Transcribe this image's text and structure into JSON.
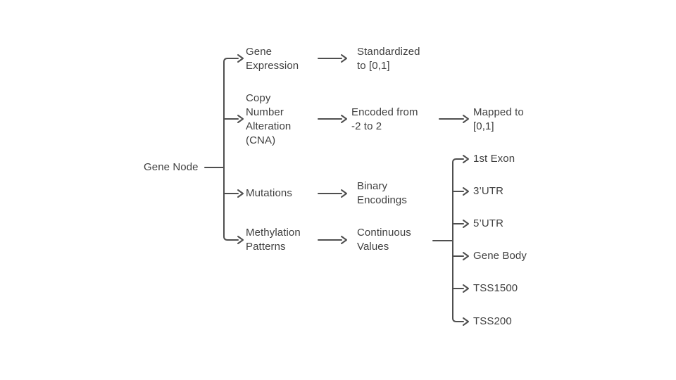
{
  "diagram": {
    "root": {
      "label": "Gene Node"
    },
    "level1": [
      {
        "label": "Gene Expression"
      },
      {
        "label": "Copy Number Alteration (CNA)"
      },
      {
        "label": "Mutations"
      },
      {
        "label": "Methylation Patterns"
      }
    ],
    "level2": [
      {
        "label": "Standardized to [0,1]"
      },
      {
        "label": "Encoded from -2 to 2"
      },
      {
        "label": "Binary Encodings"
      },
      {
        "label": "Continuous Values"
      }
    ],
    "level3": [
      {
        "label": "Mapped to [0,1]"
      }
    ],
    "methylation_regions": [
      {
        "label": "1st Exon"
      },
      {
        "label": "3’UTR"
      },
      {
        "label": "5’UTR"
      },
      {
        "label": "Gene Body"
      },
      {
        "label": "TSS1500"
      },
      {
        "label": "TSS200"
      }
    ],
    "colors": {
      "line": "#4f4f4f",
      "text": "#3f3f3f",
      "background": "#ffffff"
    }
  }
}
